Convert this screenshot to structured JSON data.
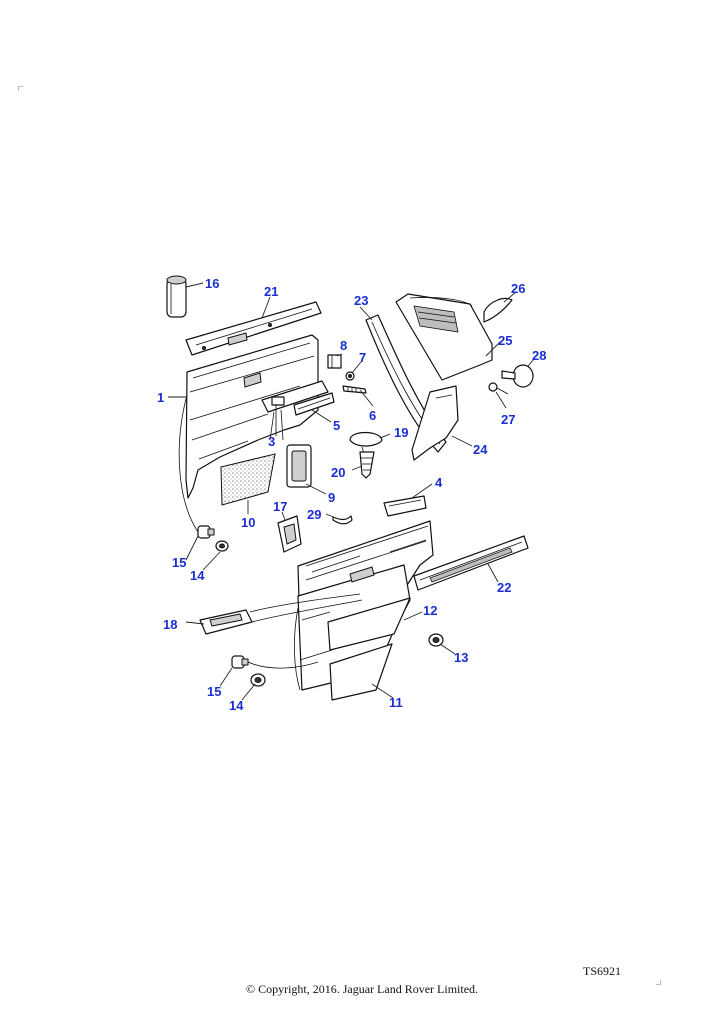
{
  "diagram": {
    "reference_code": "TS6921",
    "copyright": "© Copyright, 2016. Jaguar Land Rover Limited.",
    "callout_color": "#1a2fd0",
    "callouts": [
      {
        "id": "1",
        "label": "1"
      },
      {
        "id": "3",
        "label": "3"
      },
      {
        "id": "4",
        "label": "4"
      },
      {
        "id": "5",
        "label": "5"
      },
      {
        "id": "6",
        "label": "6"
      },
      {
        "id": "7",
        "label": "7"
      },
      {
        "id": "8",
        "label": "8"
      },
      {
        "id": "9",
        "label": "9"
      },
      {
        "id": "10",
        "label": "10"
      },
      {
        "id": "11",
        "label": "11"
      },
      {
        "id": "12",
        "label": "12"
      },
      {
        "id": "13",
        "label": "13"
      },
      {
        "id": "14a",
        "label": "14"
      },
      {
        "id": "14b",
        "label": "14"
      },
      {
        "id": "15a",
        "label": "15"
      },
      {
        "id": "15b",
        "label": "15"
      },
      {
        "id": "16",
        "label": "16"
      },
      {
        "id": "17",
        "label": "17"
      },
      {
        "id": "18",
        "label": "18"
      },
      {
        "id": "19",
        "label": "19"
      },
      {
        "id": "20",
        "label": "20"
      },
      {
        "id": "21",
        "label": "21"
      },
      {
        "id": "22",
        "label": "22"
      },
      {
        "id": "23",
        "label": "23"
      },
      {
        "id": "24",
        "label": "24"
      },
      {
        "id": "25",
        "label": "25"
      },
      {
        "id": "26",
        "label": "26"
      },
      {
        "id": "27",
        "label": "27"
      },
      {
        "id": "28",
        "label": "28"
      },
      {
        "id": "29",
        "label": "29"
      }
    ]
  }
}
